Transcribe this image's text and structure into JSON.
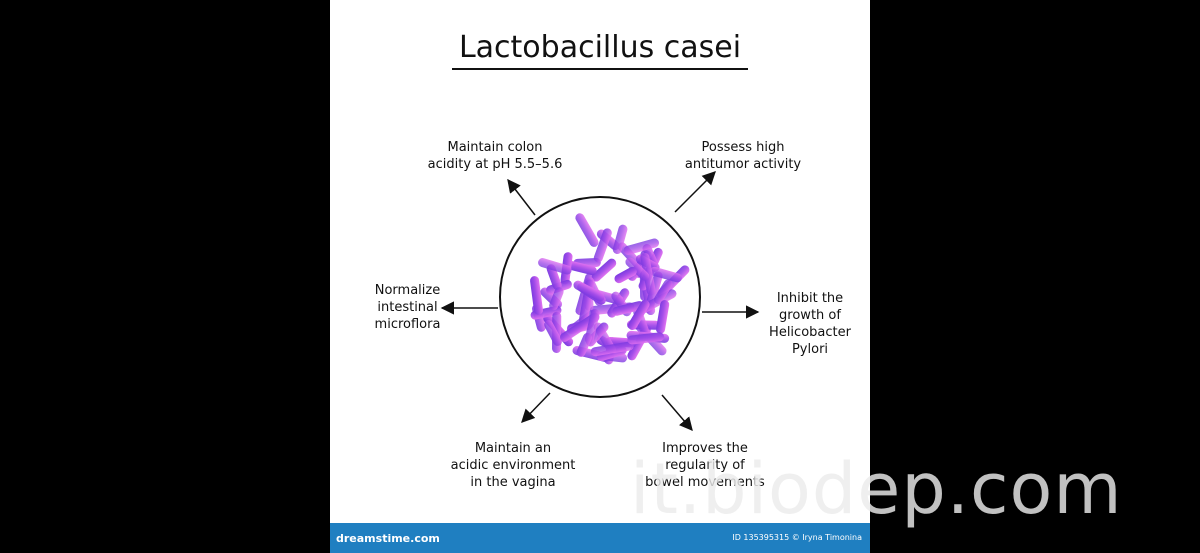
{
  "title": "Lactobacillus casei",
  "labels": {
    "top_left": "Maintain colon\nacidity at pH 5.5–5.6",
    "top_right": "Possess high\nantitumor activity",
    "left": "Normalize\nintestinal\nmicroflora",
    "right": "Inhibit the\ngrowth of\nHelicobacter\nPylori",
    "bottom_left": "Maintain an\nacidic environment\nin the vagina",
    "bottom_right": "Improves the\nregularity of\nbowel movements"
  },
  "footer": {
    "brand": "dreamstime.com",
    "stock_id": "ID 135395315 © Iryna Timonina"
  },
  "watermark": "it.biodep.com",
  "colors": {
    "bacteria": "#a04ae8",
    "bacteria_highlight": "#e070f0",
    "footer": "#1f7fc1"
  }
}
